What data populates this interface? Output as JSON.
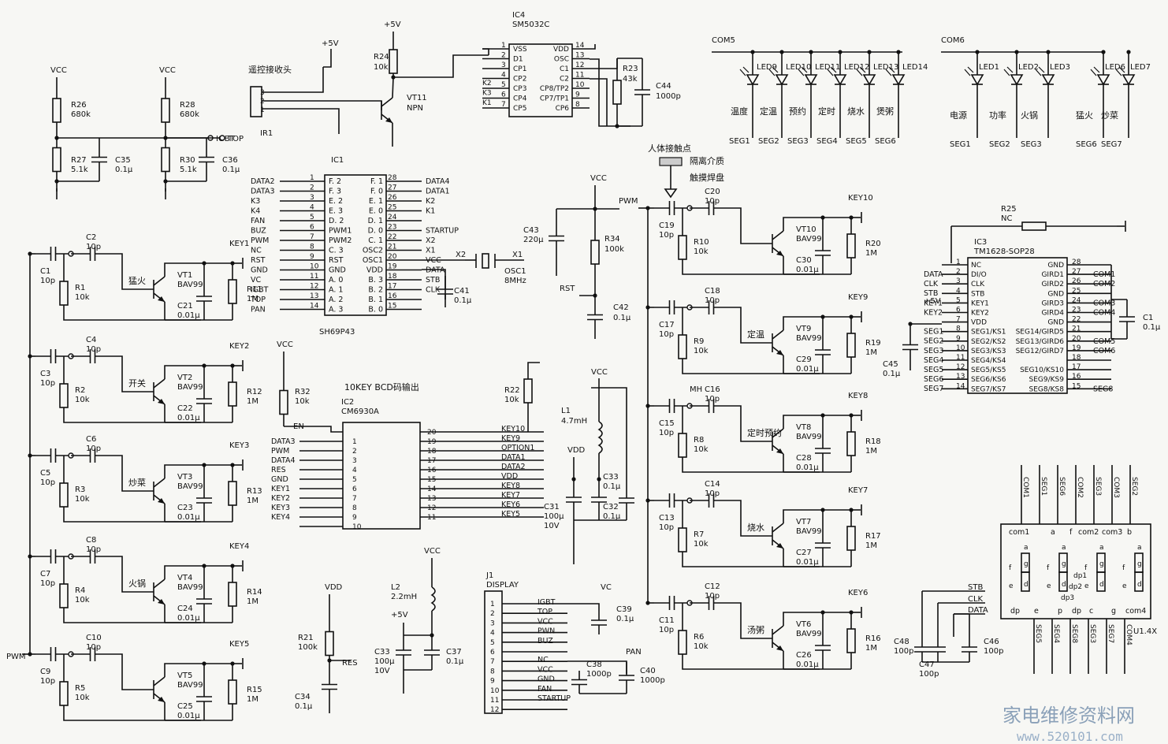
{
  "top_circuit": {
    "r26": [
      "R26",
      "680k"
    ],
    "r27": [
      "R27",
      "5.1k"
    ],
    "c35": [
      "C35",
      "0.1μ"
    ],
    "r28": [
      "R28",
      "680k"
    ],
    "r30": [
      "R30",
      "5.1k"
    ],
    "c36": [
      "C36",
      "0.1μ"
    ],
    "vcc": "VCC",
    "igbt": "IGBT",
    "top": "TOP",
    "plus5v": "+5V",
    "remote_head": "遥控接收头",
    "ir1": "IR1",
    "ir_pins": [
      "3",
      "2",
      "1"
    ],
    "r24": [
      "R24",
      "10k"
    ],
    "vt11": [
      "VT11",
      "NPN"
    ]
  },
  "ic4": {
    "name": "IC4",
    "part": "SM5032C",
    "left_pins": [
      "1",
      "2",
      "3",
      "4",
      "5",
      "6",
      "7"
    ],
    "left_labels": [
      "VSS",
      "D1",
      "CP1",
      "CP2",
      "CP3",
      "CP4",
      "CP5"
    ],
    "right_pins": [
      "14",
      "13",
      "12",
      "11",
      "10",
      "9",
      "8"
    ],
    "right_labels": [
      "VDD",
      "OSC",
      "C1",
      "C2",
      "CP8/TP2",
      "CP7/TP1",
      "CP6"
    ],
    "ext_left": [
      "K2",
      "K3",
      "K1"
    ],
    "r23": [
      "R23",
      "43k"
    ],
    "c44": [
      "C44",
      "1000p"
    ]
  },
  "ic1": {
    "name": "IC1",
    "part": "SH69P43",
    "left_nets": [
      "DATA2",
      "DATA3",
      "K3",
      "K4",
      "FAN",
      "BUZ",
      "PWM",
      "NC",
      "RST",
      "GND",
      "VC",
      "IGBT",
      "TOP",
      "PAN"
    ],
    "left_pins": [
      "1",
      "2",
      "3",
      "4",
      "5",
      "6",
      "7",
      "8",
      "9",
      "10",
      "11",
      "12",
      "13",
      "14"
    ],
    "left_labels": [
      "F. 2",
      "F. 3",
      "E. 2",
      "E. 3",
      "D. 2",
      "PWM1",
      "PWM2",
      "C. 3",
      "RST",
      "GND",
      "A. 0",
      "A. 1",
      "A. 2",
      "A. 3"
    ],
    "right_labels": [
      "F. 1",
      "F. 0",
      "E. 1",
      "E. 0",
      "D. 1",
      "D. 0",
      "C. 1",
      "OSC2",
      "OSC1",
      "VDD",
      "B. 3",
      "B. 2",
      "B. 1",
      "B. 0"
    ],
    "right_pins": [
      "28",
      "27",
      "26",
      "25",
      "24",
      "23",
      "22",
      "21",
      "20",
      "19",
      "18",
      "17",
      "16",
      "15"
    ],
    "right_nets": [
      "DATA4",
      "DATA1",
      "K2",
      "K1",
      "",
      "STARTUP",
      "X2",
      "X1",
      "VCC",
      "DATA",
      "STB",
      "CLK",
      ""
    ],
    "x2": "X2",
    "x1": "X1",
    "osc1": [
      "OSC1",
      "8MHz"
    ],
    "c41": [
      "C41",
      "0.1μ"
    ]
  },
  "mid": {
    "c43": [
      "C43",
      "220μ"
    ],
    "r34": [
      "R34",
      "100k"
    ],
    "c42": [
      "C42",
      "0.1μ"
    ],
    "rst": "RST",
    "pwm": "PWM",
    "vcc": "VCC"
  },
  "key_left": [
    {
      "key": "KEY1",
      "func": "猛火",
      "cin": [
        "C1",
        "10p"
      ],
      "cs": [
        "C2",
        "10p"
      ],
      "r": [
        "R1",
        "10k"
      ],
      "vt": [
        "VT1",
        "BAV99"
      ],
      "ce": [
        "C21",
        "0.01μ"
      ],
      "rc": [
        "R11",
        "1M"
      ]
    },
    {
      "key": "KEY2",
      "func": "开关",
      "cin": [
        "C3",
        "10p"
      ],
      "cs": [
        "C4",
        "10p"
      ],
      "r": [
        "R2",
        "10k"
      ],
      "vt": [
        "VT2",
        "BAV99"
      ],
      "ce": [
        "C22",
        "0.01μ"
      ],
      "rc": [
        "R12",
        "1M"
      ]
    },
    {
      "key": "KEY3",
      "func": "炒菜",
      "cin": [
        "C5",
        "10p"
      ],
      "cs": [
        "C6",
        "10p"
      ],
      "r": [
        "R3",
        "10k"
      ],
      "vt": [
        "VT3",
        "BAV99"
      ],
      "ce": [
        "C23",
        "0.01μ"
      ],
      "rc": [
        "R13",
        "1M"
      ]
    },
    {
      "key": "KEY4",
      "func": "火锅",
      "cin": [
        "C7",
        "10p"
      ],
      "cs": [
        "C8",
        "10p"
      ],
      "r": [
        "R4",
        "10k"
      ],
      "vt": [
        "VT4",
        "BAV99"
      ],
      "ce": [
        "C24",
        "0.01μ"
      ],
      "rc": [
        "R14",
        "1M"
      ]
    },
    {
      "key": "KEY5",
      "func": "",
      "cin": [
        "C9",
        "10p"
      ],
      "cs": [
        "C10",
        "10p"
      ],
      "r": [
        "R5",
        "10k"
      ],
      "vt": [
        "VT5",
        "BAV99"
      ],
      "ce": [
        "C25",
        "0.01μ"
      ],
      "rc": [
        "R15",
        "1M"
      ]
    }
  ],
  "key_right": [
    {
      "key": "KEY10",
      "func": "",
      "cin": [
        "C19",
        "10p"
      ],
      "cs": [
        "C20",
        "10p"
      ],
      "r": [
        "R10",
        "10k"
      ],
      "vt": [
        "VT10",
        "BAV99"
      ],
      "ce": [
        "C30",
        "0.01μ"
      ],
      "rc": [
        "R20",
        "1M"
      ]
    },
    {
      "key": "KEY9",
      "func": "定温",
      "cin": [
        "C17",
        "10p"
      ],
      "cs": [
        "C18",
        "10p"
      ],
      "r": [
        "R9",
        "10k"
      ],
      "vt": [
        "VT9",
        "BAV99"
      ],
      "ce": [
        "C29",
        "0.01μ"
      ],
      "rc": [
        "R19",
        "1M"
      ]
    },
    {
      "key": "KEY8",
      "func": "定时预约",
      "cin": [
        "C15",
        "10p"
      ],
      "cs": [
        "C16",
        "10p"
      ],
      "r": [
        "R8",
        "10k"
      ],
      "vt": [
        "VT8",
        "BAV99"
      ],
      "ce": [
        "C28",
        "0.01μ"
      ],
      "rc": [
        "R18",
        "1M"
      ]
    },
    {
      "key": "KEY7",
      "func": "烧水",
      "cin": [
        "C13",
        "10p"
      ],
      "cs": [
        "C14",
        "10p"
      ],
      "r": [
        "R7",
        "10k"
      ],
      "vt": [
        "VT7",
        "BAV99"
      ],
      "ce": [
        "C27",
        "0.01μ"
      ],
      "rc": [
        "R17",
        "1M"
      ]
    },
    {
      "key": "KEY6",
      "func": "汤粥",
      "cin": [
        "C11",
        "10p"
      ],
      "cs": [
        "C12",
        "10p"
      ],
      "r": [
        "R6",
        "10k"
      ],
      "vt": [
        "VT6",
        "BAV99"
      ],
      "ce": [
        "C26",
        "0.01μ"
      ],
      "rc": [
        "R16",
        "1M"
      ]
    }
  ],
  "pwm_label": "PWM",
  "touch": {
    "title": "人体接触点",
    "medium": "隔离介质",
    "pad": "触摸焊盘",
    "mh": "MH"
  },
  "ic2": {
    "title": "10KEY BCD码输出",
    "name": "IC2",
    "part": "CM6930A",
    "en": "EN",
    "left_nets": [
      "DATA3",
      "PWM",
      "DATA4",
      "RES",
      "GND",
      "KEY1",
      "KEY2",
      "KEY3",
      "KEY4"
    ],
    "left_pins": [
      "1",
      "2",
      "3",
      "4",
      "5",
      "6",
      "7",
      "8",
      "9",
      "10"
    ],
    "right_pins": [
      "20",
      "19",
      "18",
      "17",
      "16",
      "15",
      "14",
      "13",
      "12",
      "11"
    ],
    "right_nets": [
      "KEY10",
      "KEY9",
      "OPTION1",
      "DATA1",
      "DATA2",
      "VDD",
      "KEY8",
      "KEY7",
      "KEY6",
      "KEY5"
    ],
    "r32": [
      "R32",
      "10k"
    ],
    "r22": [
      "R22",
      "10k"
    ],
    "vcc": "VCC"
  },
  "power": {
    "l1": [
      "L1",
      "4.7mH"
    ],
    "vdd": "VDD",
    "vcc": "VCC",
    "c33a": [
      "C33",
      "0.1μ"
    ],
    "c31": [
      "C31",
      "100μ",
      "10V"
    ],
    "c32": [
      "C32",
      "0.1μ"
    ],
    "l2": [
      "L2",
      "2.2mH"
    ],
    "plus5v": "+5V",
    "c33b": [
      "C33",
      "100μ",
      "10V"
    ],
    "c37": [
      "C37",
      "0.1μ"
    ],
    "r21": [
      "R21",
      "100k"
    ],
    "c34": [
      "C34",
      "0.1μ"
    ],
    "res": "RES"
  },
  "j1": {
    "name": "J1",
    "part": "DISPLAY",
    "pins": [
      "1",
      "2",
      "3",
      "4",
      "5",
      "6",
      "7",
      "8",
      "9",
      "10",
      "11",
      "12"
    ],
    "nets": [
      "IGBT",
      "TOP",
      "VCC",
      "PWN",
      "BUZ",
      "",
      "NC",
      "VCC",
      "GND",
      "FAN",
      "STARTUP",
      ""
    ],
    "vc": "VC",
    "pan": "PAN",
    "c39": [
      "C39",
      "0.1μ"
    ],
    "c38": [
      "C38",
      "1000p"
    ],
    "c40": [
      "C40",
      "1000p"
    ]
  },
  "led_top": {
    "com5": "COM5",
    "com6": "COM6",
    "leds_a": [
      "LED9",
      "LED10",
      "LED11",
      "LED12",
      "LED13",
      "LED14"
    ],
    "labels_a": [
      "温度",
      "定温",
      "预约",
      "定时",
      "烧水",
      "煲粥"
    ],
    "segs_a": [
      "SEG1",
      "SEG2",
      "SEG3",
      "SEG4",
      "SEG5",
      "SEG6"
    ],
    "leds_b": [
      "LED1",
      "LED2",
      "LED3",
      "LED6",
      "LED7"
    ],
    "labels_b": [
      "电源",
      "功率",
      "火锅",
      "猛火",
      "炒菜"
    ],
    "segs_b": [
      "SEG1",
      "SEG2",
      "SEG3",
      "SEG6",
      "SEG7"
    ]
  },
  "ic3": {
    "name": "IC3",
    "part": "TM1628-SOP28",
    "r25": [
      "R25",
      "NC"
    ],
    "c1": [
      "C1",
      "0.1μ"
    ],
    "c45": [
      "C45",
      "0.1μ"
    ],
    "plus5v": "+5V",
    "left_nets": [
      "DATA",
      "CLK",
      "STB",
      "KEY1",
      "KEY2",
      "",
      "SEG1",
      "SEG2",
      "SEG3",
      "SEG4",
      "SEG5",
      "SEG6",
      "SEG7"
    ],
    "left_pins": [
      "1",
      "2",
      "3",
      "4",
      "5",
      "6",
      "7",
      "8",
      "9",
      "10",
      "11",
      "12",
      "13",
      "14"
    ],
    "left_labels": [
      "NC",
      "DI/O",
      "CLK",
      "STB",
      "KEY1",
      "KEY2",
      "VDD",
      "SEG1/KS1",
      "SEG2/KS2",
      "SEG3/KS3",
      "SEG4/KS4",
      "SEG5/KS5",
      "SEG6/KS6",
      "SEG7/KS7"
    ],
    "right_labels": [
      "GND",
      "GIRD1",
      "GIRD2",
      "GND",
      "GIRD3",
      "GIRD4",
      "GND",
      "SEG14/GIRD5",
      "SEG13/GIRD6",
      "SEG12/GIRD7",
      "",
      "SEG10/KS10",
      "SEG9/KS9",
      "SEG8/KS8"
    ],
    "right_pins": [
      "28",
      "27",
      "26",
      "25",
      "24",
      "23",
      "22",
      "21",
      "20",
      "19",
      "18",
      "17",
      "16",
      "15"
    ],
    "right_nets": [
      "",
      "COM1",
      "COM2",
      "",
      "COM3",
      "COM4",
      "",
      "",
      "COM5",
      "COM6",
      "",
      "",
      "",
      "SEG8"
    ]
  },
  "seg_display": {
    "name": "U1.4X",
    "top_pins": [
      "COM1",
      "SEG1",
      "SEG6",
      "COM2",
      "SEG3",
      "COM3",
      "SEG2"
    ],
    "bottom_pins": [
      "SEG5",
      "SEG4",
      "SEG8",
      "SEG3",
      "SEG7",
      "COM4"
    ],
    "top_row": [
      "com1",
      "a",
      "f",
      "com2",
      "com3",
      "b"
    ],
    "bottom_row": [
      "dp",
      "e",
      "p",
      "dp",
      "c",
      "g",
      "com4"
    ],
    "digit_letters": [
      "f",
      "g",
      "b",
      "e",
      "d",
      "c",
      "a"
    ],
    "dps": [
      "dp1",
      "dp2",
      "dp3"
    ]
  },
  "bus_caps": {
    "stb": "STB",
    "clk": "CLK",
    "data": "DATA",
    "c48": [
      "C48",
      "100p"
    ],
    "c47": [
      "C47",
      "100p"
    ],
    "c46": [
      "C46",
      "100p"
    ]
  },
  "watermark": {
    "text": "家电维修资料网",
    "url": "www.520101.com"
  }
}
